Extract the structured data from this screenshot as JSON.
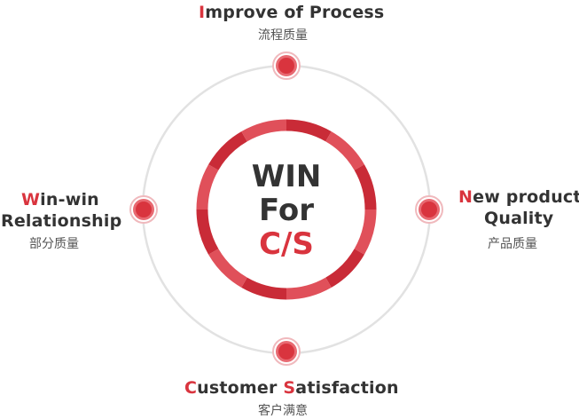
{
  "colors": {
    "accent": "#d9343e",
    "accent_light": "#e86a72",
    "ring_gray": "#e2e2e2",
    "ring_red_dark": "#c92b37",
    "ring_red_light": "#e0505a",
    "text_dark": "#333333",
    "text_sub": "#555555"
  },
  "center": {
    "line1": "WIN",
    "line2": "For",
    "line3": "C/S"
  },
  "nodes": [
    {
      "id": "top",
      "initial": "I",
      "title_rest": "mprove of Process",
      "subtitle": "流程质量"
    },
    {
      "id": "right",
      "initial": "N",
      "title_rest": "ew product",
      "title_line2": "Quality",
      "subtitle": "产品质量"
    },
    {
      "id": "bottom",
      "initial": "C",
      "title_rest_a": "ustomer ",
      "initial2": "S",
      "title_rest_b": "atisfaction",
      "subtitle": "客户满意"
    },
    {
      "id": "left",
      "initial": "W",
      "title_rest": "in-win",
      "title_line2": "Relationship",
      "subtitle": "部分质量"
    }
  ]
}
